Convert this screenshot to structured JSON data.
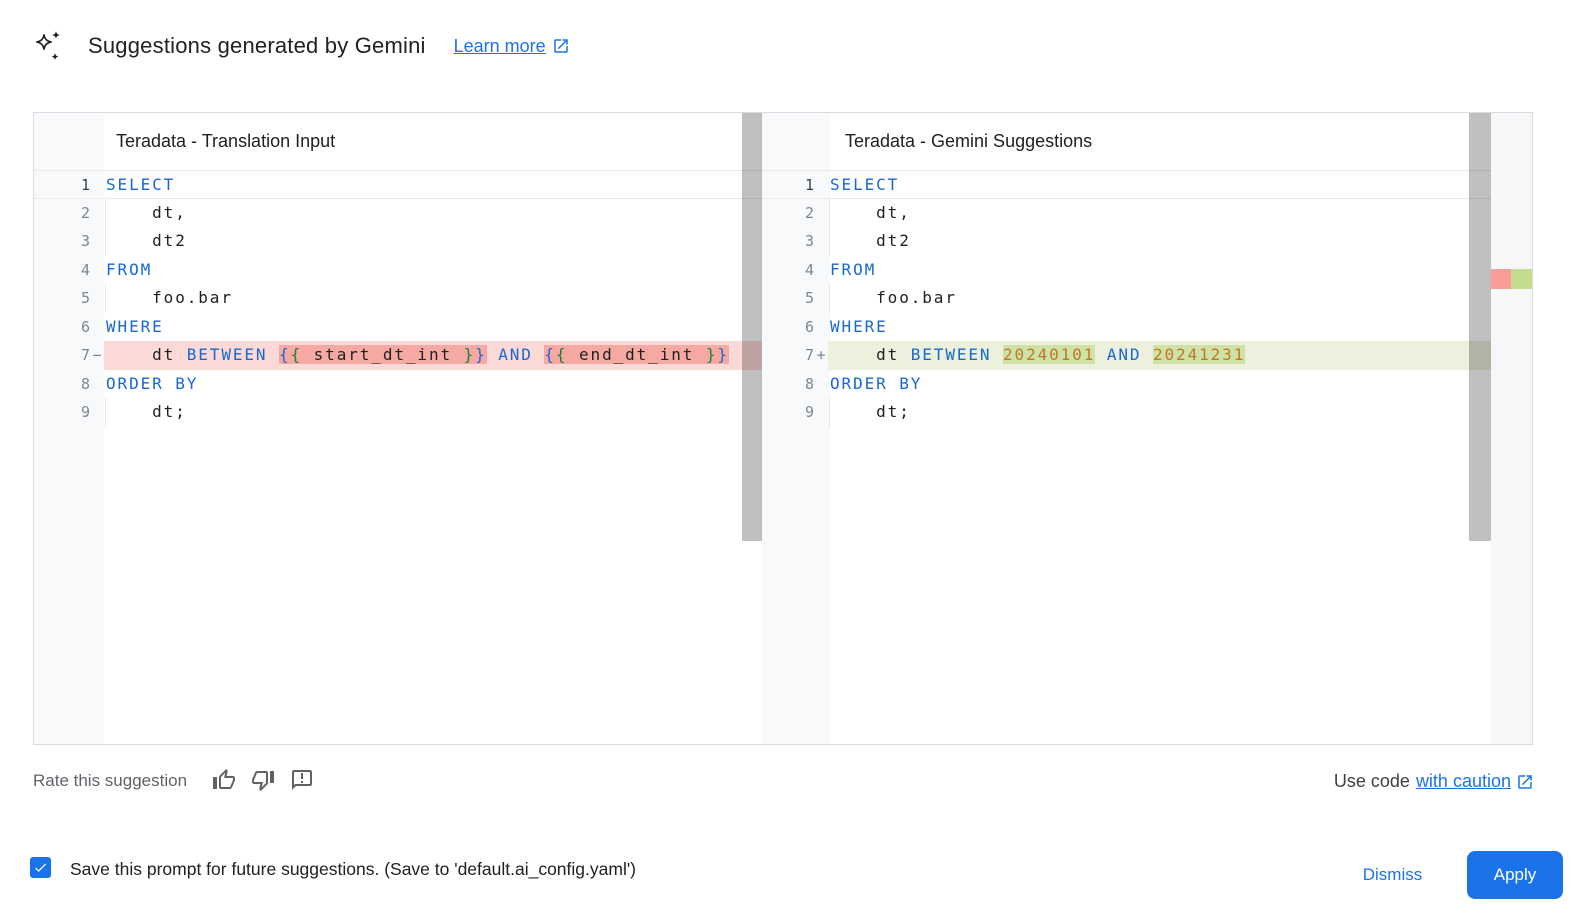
{
  "header": {
    "title": "Suggestions generated by Gemini",
    "learn_more": "Learn more"
  },
  "colors": {
    "accent": "#1a73e8",
    "keyword": "#1967d2",
    "number_literal": "#c1762a",
    "bracket_green": "#188038",
    "removed_line_bg": "#fbd9d6",
    "removed_char_bg": "#f6a9a3",
    "added_line_bg": "#ebf1dc",
    "added_char_bg": "#cde2a4",
    "ruler_removed": "#f99e96",
    "ruler_added": "#c3dc8f"
  },
  "diff": {
    "left": {
      "title": "Teradata - Translation Input",
      "lines": [
        {
          "n": "1",
          "state": "current",
          "tokens": [
            [
              "SELECT",
              "kw"
            ]
          ]
        },
        {
          "n": "2",
          "indent": true,
          "tokens": [
            [
              "    dt,",
              "pl"
            ]
          ]
        },
        {
          "n": "3",
          "indent": true,
          "tokens": [
            [
              "    dt2",
              "pl"
            ]
          ]
        },
        {
          "n": "4",
          "tokens": [
            [
              "FROM",
              "kw"
            ]
          ]
        },
        {
          "n": "5",
          "indent": true,
          "tokens": [
            [
              "    foo.bar",
              "pl"
            ]
          ]
        },
        {
          "n": "6",
          "tokens": [
            [
              "WHERE",
              "kw"
            ]
          ]
        },
        {
          "n": "7",
          "sign": "−",
          "state": "removed",
          "tokens": [
            [
              "    dt ",
              "pl"
            ],
            [
              "BETWEEN",
              "kw"
            ],
            [
              " ",
              "pl"
            ],
            [
              "{",
              "bb",
              "hl"
            ],
            [
              "{",
              "gb",
              "hl"
            ],
            [
              " start_dt_int ",
              "pl",
              "hl"
            ],
            [
              "}",
              "gb",
              "hl"
            ],
            [
              "}",
              "bb",
              "hl"
            ],
            [
              " ",
              "pl"
            ],
            [
              "AND",
              "kw"
            ],
            [
              " ",
              "pl"
            ],
            [
              "{",
              "bb",
              "hl"
            ],
            [
              "{",
              "gb",
              "hl"
            ],
            [
              " end_dt_int ",
              "pl",
              "hl"
            ],
            [
              "}",
              "gb",
              "hl"
            ],
            [
              "}",
              "bb",
              "hl"
            ]
          ]
        },
        {
          "n": "8",
          "tokens": [
            [
              "ORDER BY",
              "kw"
            ]
          ]
        },
        {
          "n": "9",
          "indent": true,
          "tokens": [
            [
              "    dt;",
              "pl"
            ]
          ]
        }
      ]
    },
    "right": {
      "title": "Teradata - Gemini Suggestions",
      "lines": [
        {
          "n": "1",
          "state": "current",
          "tokens": [
            [
              "SELECT",
              "kw"
            ]
          ]
        },
        {
          "n": "2",
          "indent": true,
          "tokens": [
            [
              "    dt,",
              "pl"
            ]
          ]
        },
        {
          "n": "3",
          "indent": true,
          "tokens": [
            [
              "    dt2",
              "pl"
            ]
          ]
        },
        {
          "n": "4",
          "tokens": [
            [
              "FROM",
              "kw"
            ]
          ]
        },
        {
          "n": "5",
          "indent": true,
          "tokens": [
            [
              "    foo.bar",
              "pl"
            ]
          ]
        },
        {
          "n": "6",
          "tokens": [
            [
              "WHERE",
              "kw"
            ]
          ]
        },
        {
          "n": "7",
          "sign": "+",
          "state": "added",
          "tokens": [
            [
              "    dt ",
              "pl"
            ],
            [
              "BETWEEN",
              "kw"
            ],
            [
              " ",
              "pl"
            ],
            [
              "20240101",
              "num",
              "hl"
            ],
            [
              " ",
              "pl"
            ],
            [
              "AND",
              "kw"
            ],
            [
              " ",
              "pl"
            ],
            [
              "20241231",
              "num",
              "hl"
            ]
          ]
        },
        {
          "n": "8",
          "tokens": [
            [
              "ORDER BY",
              "kw"
            ]
          ]
        },
        {
          "n": "9",
          "indent": true,
          "tokens": [
            [
              "    dt;",
              "pl"
            ]
          ]
        }
      ]
    }
  },
  "footer": {
    "rate_label": "Rate this suggestion",
    "use_code_prefix": "Use code",
    "use_code_link": "with caution"
  },
  "bottom_bar": {
    "checkbox_checked": true,
    "save_label": "Save this prompt for future suggestions. (Save to 'default.ai_config.yaml')",
    "dismiss_label": "Dismiss",
    "apply_label": "Apply"
  }
}
